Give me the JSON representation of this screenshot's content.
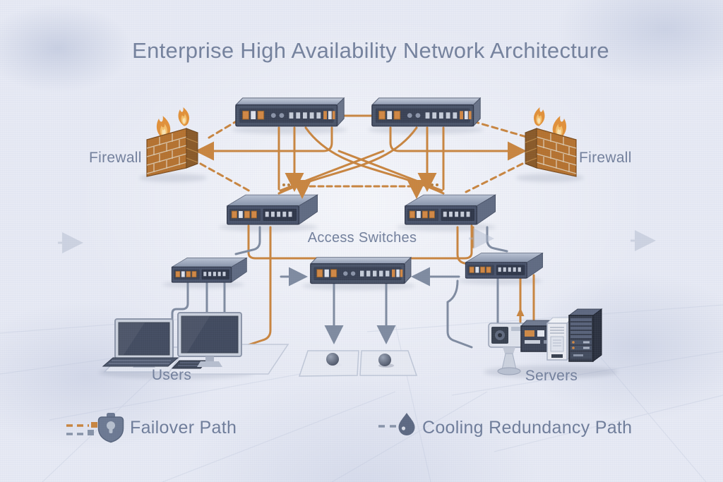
{
  "title": "Enterprise High Availability Network Architecture",
  "labels": {
    "firewall_left": "Firewall",
    "firewall_right": "Firewall",
    "access_switches": "Access Switches",
    "users": "Users",
    "servers": "Servers"
  },
  "legend": {
    "failover": {
      "label": "Failover Path",
      "icon": "shield-lock-icon",
      "line_style": "dashed",
      "colors": [
        "#c9853f",
        "#8793a8"
      ]
    },
    "cooling": {
      "label": "Cooling Redundancy Path",
      "icon": "water-droplet-icon",
      "line_style": "dashed",
      "color": "#8793a8"
    }
  },
  "devices": [
    {
      "id": "core-switch-1",
      "type": "network-switch"
    },
    {
      "id": "core-switch-2",
      "type": "network-switch"
    },
    {
      "id": "firewall-left",
      "type": "firewall"
    },
    {
      "id": "firewall-right",
      "type": "firewall"
    },
    {
      "id": "access-switch-left",
      "type": "network-switch"
    },
    {
      "id": "access-switch-right",
      "type": "network-switch"
    },
    {
      "id": "distribution-switch-left",
      "type": "network-switch"
    },
    {
      "id": "distribution-switch-center",
      "type": "network-switch"
    },
    {
      "id": "distribution-switch-right",
      "type": "network-switch"
    },
    {
      "id": "workstation-1",
      "type": "desktop-computer"
    },
    {
      "id": "workstation-2",
      "type": "desktop-computer"
    },
    {
      "id": "security-camera",
      "type": "camera"
    },
    {
      "id": "server-compact",
      "type": "server"
    },
    {
      "id": "server-tower",
      "type": "server"
    },
    {
      "id": "server-rack",
      "type": "server"
    },
    {
      "id": "cooling-tile-1",
      "type": "cooling-pad"
    },
    {
      "id": "cooling-tile-2",
      "type": "cooling-pad"
    }
  ],
  "colors": {
    "background": "#e7eaf4",
    "text": "#75829d",
    "failover_path": "#c9853f",
    "neutral_path": "#7f8ba0",
    "device_body": "#4a5468",
    "device_top": "#a9b3c7",
    "port_led": "#d28844",
    "brick": "#b5722f",
    "flame": "#e28c2e"
  }
}
